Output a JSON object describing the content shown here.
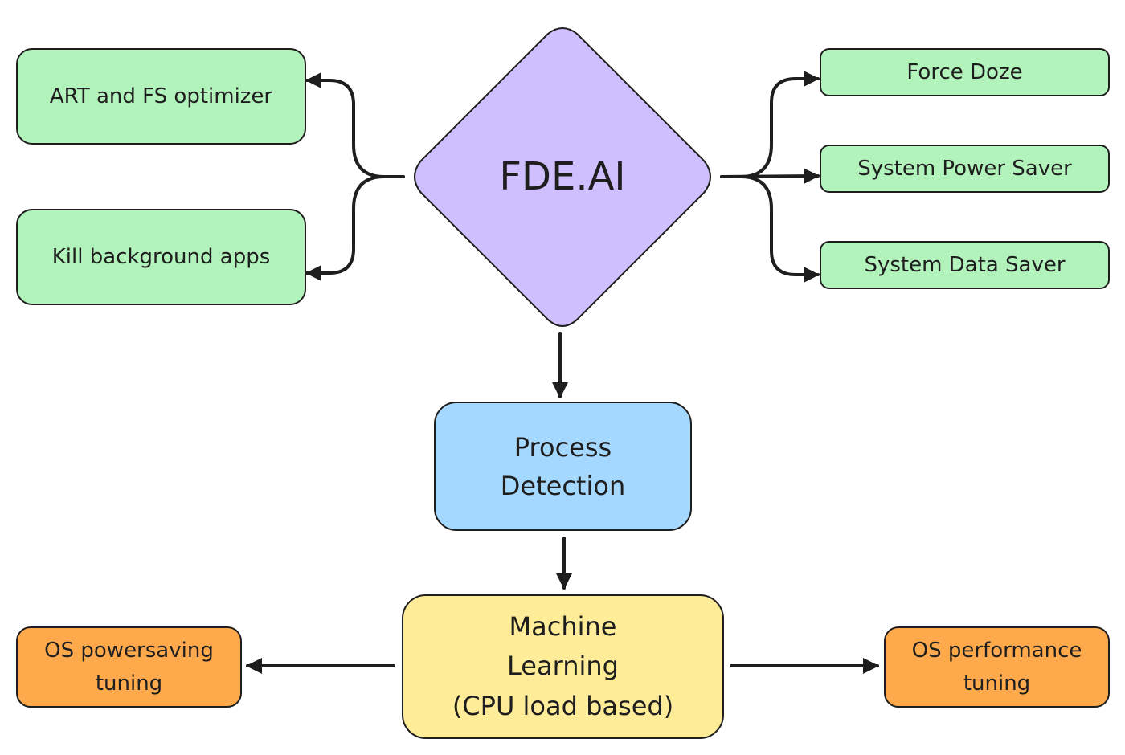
{
  "center": {
    "label": "FDE.AI"
  },
  "left_actions": [
    {
      "label": "ART and FS optimizer"
    },
    {
      "label": "Kill background apps"
    }
  ],
  "right_actions": [
    {
      "label": "Force Doze"
    },
    {
      "label": "System Power Saver"
    },
    {
      "label": "System Data Saver"
    }
  ],
  "process_detection": {
    "lines": [
      "Process",
      "Detection"
    ]
  },
  "machine_learning": {
    "lines": [
      "Machine",
      "Learning",
      "(CPU load based)"
    ]
  },
  "outputs": {
    "powersaving": {
      "lines": [
        "OS powersaving",
        "tuning"
      ]
    },
    "performance": {
      "lines": [
        "OS performance",
        "tuning"
      ]
    }
  },
  "colors": {
    "diamond": "#d0bfff",
    "action": "#b2f2bb",
    "process": "#a5d8ff",
    "ml": "#ffec99",
    "output": "#ffa94d",
    "stroke": "#1e1e1e"
  }
}
